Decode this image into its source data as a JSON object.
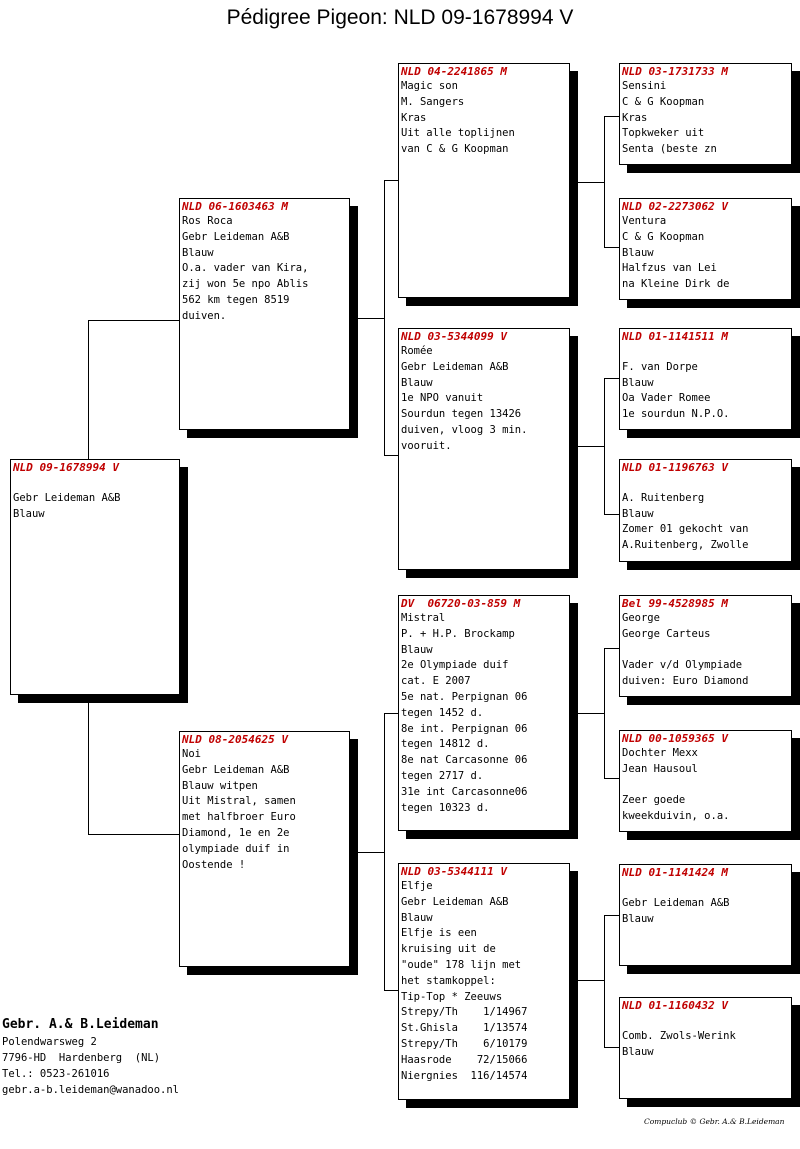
{
  "title": "Pédigree Pigeon: NLD 09-1678994 V",
  "cards": [
    {
      "id": "NLD 09-1678994 V",
      "lines": [
        "",
        "Gebr Leideman A&B",
        "Blauw"
      ]
    },
    {
      "id": "NLD 06-1603463 M",
      "lines": [
        "Ros Roca",
        "Gebr Leideman A&B",
        "Blauw",
        "O.a. vader van Kira,",
        "zij won 5e npo Ablis",
        "562 km tegen 8519",
        "duiven."
      ]
    },
    {
      "id": "NLD 08-2054625 V",
      "lines": [
        "Noi",
        "Gebr Leideman A&B",
        "Blauw witpen",
        "Uit Mistral, samen",
        "met halfbroer Euro",
        "Diamond, 1e en 2e",
        "olympiade duif in",
        "Oostende !"
      ]
    },
    {
      "id": "NLD 04-2241865 M",
      "lines": [
        "Magic son",
        "M. Sangers",
        "Kras",
        "Uit alle toplijnen",
        "van C & G Koopman"
      ]
    },
    {
      "id": "NLD 03-5344099 V",
      "lines": [
        "Romée",
        "Gebr Leideman A&B",
        "Blauw",
        "1e NPO vanuit",
        "Sourdun tegen 13426",
        "duiven, vloog 3 min.",
        "vooruit."
      ]
    },
    {
      "id": "DV  06720-03-859 M",
      "lines": [
        "Mistral",
        "P. + H.P. Brockamp",
        "Blauw",
        "2e Olympiade duif",
        "cat. E 2007",
        "5e nat. Perpignan 06",
        "tegen 1452 d.",
        "8e int. Perpignan 06",
        "tegen 14812 d.",
        "8e nat Carcasonne 06",
        "tegen 2717 d.",
        "31e int Carcasonne06",
        "tegen 10323 d."
      ]
    },
    {
      "id": "NLD 03-5344111 V",
      "lines": [
        "Elfje",
        "Gebr Leideman A&B",
        "Blauw",
        "Elfje is een",
        "kruising uit de",
        "\"oude\" 178 lijn met",
        "het stamkoppel:",
        "Tip-Top * Zeeuws",
        "Strepy/Th    1/14967",
        "St.Ghisla    1/13574",
        "Strepy/Th    6/10179",
        "Haasrode    72/15066",
        "Niergnies  116/14574"
      ]
    },
    {
      "id": "NLD 03-1731733 M",
      "lines": [
        "Sensini",
        "C & G Koopman",
        "Kras",
        "Topkweker uit",
        "Senta (beste zn"
      ]
    },
    {
      "id": "NLD 02-2273062 V",
      "lines": [
        "Ventura",
        "C & G Koopman",
        "Blauw",
        "Halfzus van Lei",
        "na Kleine Dirk de"
      ]
    },
    {
      "id": "NLD 01-1141511 M",
      "lines": [
        "",
        "F. van Dorpe",
        "Blauw",
        "Oa Vader Romee",
        "1e sourdun N.P.O."
      ]
    },
    {
      "id": "NLD 01-1196763 V",
      "lines": [
        "",
        "A. Ruitenberg",
        "Blauw",
        "Zomer 01 gekocht van",
        "A.Ruitenberg, Zwolle"
      ]
    },
    {
      "id": "Bel 99-4528985 M",
      "lines": [
        "George",
        "George Carteus",
        "",
        "Vader v/d Olympiade",
        "duiven: Euro Diamond"
      ]
    },
    {
      "id": "NLD 00-1059365 V",
      "lines": [
        "Dochter Mexx",
        "Jean Hausoul",
        "",
        "Zeer goede",
        "kweekduivin, o.a."
      ]
    },
    {
      "id": "NLD 01-1141424 M",
      "lines": [
        "",
        "Gebr Leideman A&B",
        "Blauw"
      ]
    },
    {
      "id": "NLD 01-1160432 V",
      "lines": [
        "",
        "Comb. Zwols-Werink",
        "Blauw"
      ]
    }
  ],
  "owner": {
    "name": "Gebr. A.& B.Leideman",
    "lines": [
      "Polendwarsweg 2",
      "7796-HD  Hardenberg  (NL)",
      "Tel.: 0523-261016",
      "gebr.a-b.leideman@wanadoo.nl"
    ]
  },
  "footer": "Compuclub © Gebr. A.& B.Leideman"
}
